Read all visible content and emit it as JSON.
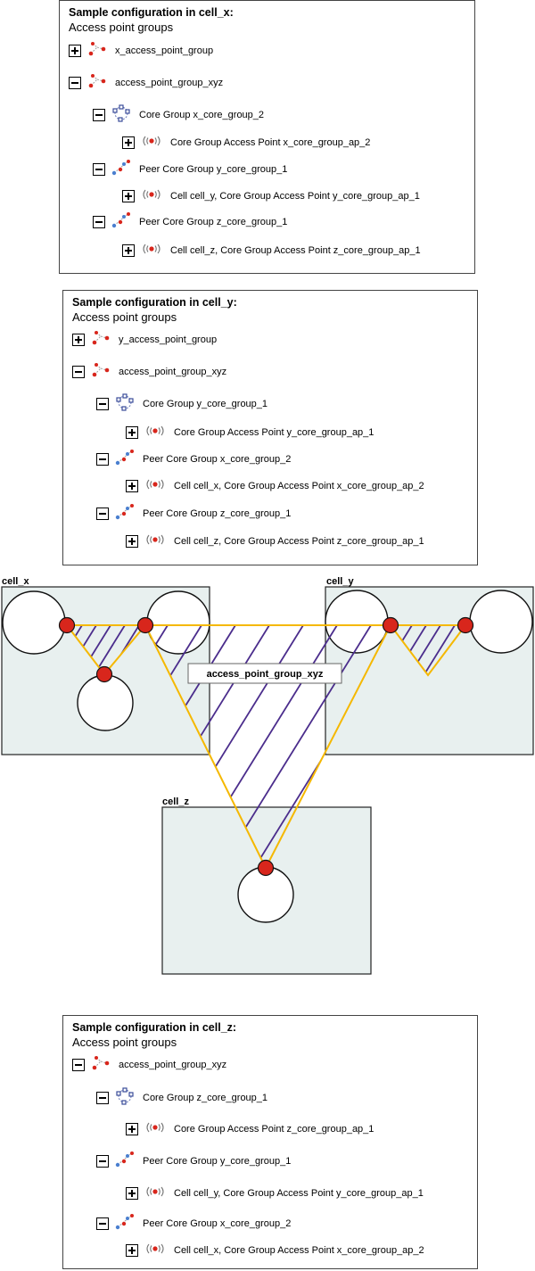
{
  "panel_x": {
    "title": "Sample configuration in cell_x:",
    "subtitle": "Access point groups",
    "rows": [
      {
        "label": "x_access_point_group",
        "toggle": "plus",
        "icon": "apg-icon"
      },
      {
        "label": "access_point_group_xyz",
        "toggle": "minus",
        "icon": "apg-icon"
      },
      {
        "label": "Core Group x_core_group_2",
        "toggle": "minus",
        "icon": "core-group-icon"
      },
      {
        "label": "Core Group Access Point  x_core_group_ap_2",
        "toggle": "plus",
        "icon": "access-point-icon"
      },
      {
        "label": "Peer Core Group y_core_group_1",
        "toggle": "minus",
        "icon": "peer-core-group-icon"
      },
      {
        "label": "Cell cell_y, Core Group Access Point  y_core_group_ap_1",
        "toggle": "plus",
        "icon": "access-point-icon"
      },
      {
        "label": "Peer Core Group z_core_group_1",
        "toggle": "minus",
        "icon": "peer-core-group-icon"
      },
      {
        "label": "Cell cell_z, Core Group Access Point  z_core_group_ap_1",
        "toggle": "plus",
        "icon": "access-point-icon"
      }
    ]
  },
  "panel_y": {
    "title": "Sample configuration in cell_y:",
    "subtitle": "Access point groups",
    "rows": [
      {
        "label": "y_access_point_group",
        "toggle": "plus",
        "icon": "apg-icon"
      },
      {
        "label": "access_point_group_xyz",
        "toggle": "minus",
        "icon": "apg-icon"
      },
      {
        "label": "Core Group y_core_group_1",
        "toggle": "minus",
        "icon": "core-group-icon"
      },
      {
        "label": "Core Group Access Point  y_core_group_ap_1",
        "toggle": "plus",
        "icon": "access-point-icon"
      },
      {
        "label": "Peer Core Group x_core_group_2",
        "toggle": "minus",
        "icon": "peer-core-group-icon"
      },
      {
        "label": "Cell cell_x, Core Group Access Point  x_core_group_ap_2",
        "toggle": "plus",
        "icon": "access-point-icon"
      },
      {
        "label": "Peer Core Group z_core_group_1",
        "toggle": "minus",
        "icon": "peer-core-group-icon"
      },
      {
        "label": "Cell cell_z, Core Group Access Point  z_core_group_ap_1",
        "toggle": "plus",
        "icon": "access-point-icon"
      }
    ]
  },
  "panel_z": {
    "title": "Sample configuration in cell_z:",
    "subtitle": "Access point groups",
    "rows": [
      {
        "label": "access_point_group_xyz",
        "toggle": "minus",
        "icon": "apg-icon"
      },
      {
        "label": "Core Group z_core_group_1",
        "toggle": "minus",
        "icon": "core-group-icon"
      },
      {
        "label": "Core Group Access Point  z_core_group_ap_1",
        "toggle": "plus",
        "icon": "access-point-icon"
      },
      {
        "label": "Peer Core Group y_core_group_1",
        "toggle": "minus",
        "icon": "peer-core-group-icon"
      },
      {
        "label": "Cell cell_y, Core Group Access Point y_core_group_ap_1",
        "toggle": "plus",
        "icon": "access-point-icon"
      },
      {
        "label": "Peer Core Group x_core_group_2",
        "toggle": "minus",
        "icon": "peer-core-group-icon"
      },
      {
        "label": "Cell cell_x, Core Group Access Point  x_core_group_ap_2",
        "toggle": "plus",
        "icon": "access-point-icon"
      }
    ]
  },
  "diagram": {
    "cell_x_label": "cell_x",
    "cell_y_label": "cell_y",
    "cell_z_label": "cell_z",
    "group_label": "access_point_group_xyz",
    "colors": {
      "cell_fill": "#e8f0ef",
      "link": "#f5b800",
      "hatch": "#4b2d8c",
      "ap": "#d8261c"
    }
  }
}
